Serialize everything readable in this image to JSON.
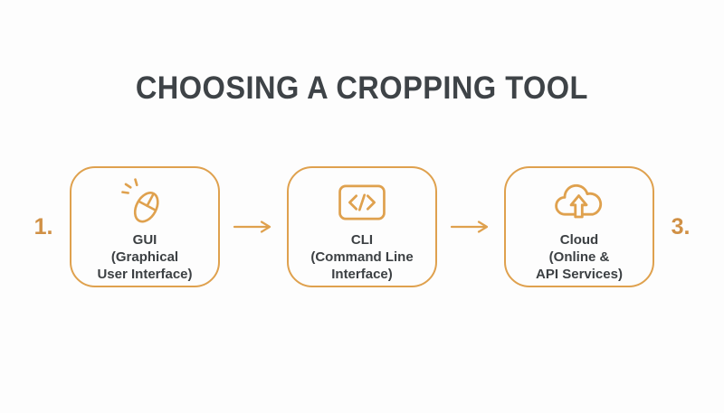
{
  "title": "CHOOSING A CROPPING TOOL",
  "colors": {
    "accent": "#DFA14E",
    "number": "#D09045",
    "title_text": "#3E4347",
    "body_text": "#3C4043",
    "background": "#FDFDFD"
  },
  "steps": [
    {
      "number": "1.",
      "icon": "mouse-click-icon",
      "lines": [
        "GUI",
        "(Graphical",
        "User Interface)"
      ]
    },
    {
      "icon": "code-icon",
      "lines": [
        "CLI",
        "(Command Line",
        "Interface)"
      ]
    },
    {
      "number": "3.",
      "icon": "cloud-upload-icon",
      "lines": [
        "Cloud",
        "(Online &",
        "API Services)"
      ]
    }
  ],
  "arrows": {
    "icon": "arrow-right-icon",
    "count": 2
  }
}
